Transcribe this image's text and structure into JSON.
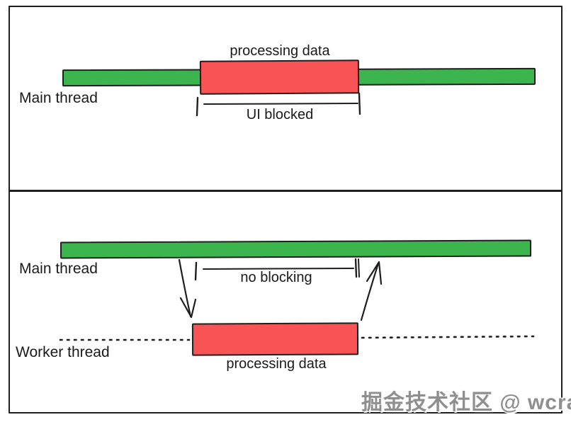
{
  "colors": {
    "thread_bar_green": "#3cb54e",
    "processing_bar_red": "#f85455",
    "ink": "#1f1f1f",
    "watermark_gray": "#8f8f8f"
  },
  "top_panel": {
    "thread_label": "Main thread",
    "processing_label": "processing data",
    "bracket_label": "UI blocked"
  },
  "bottom_panel": {
    "main_thread_label": "Main thread",
    "worker_thread_label": "Worker thread",
    "bracket_label": "no blocking",
    "processing_label": "processing data"
  },
  "watermark": "掘金技术社区 @ wcrane"
}
